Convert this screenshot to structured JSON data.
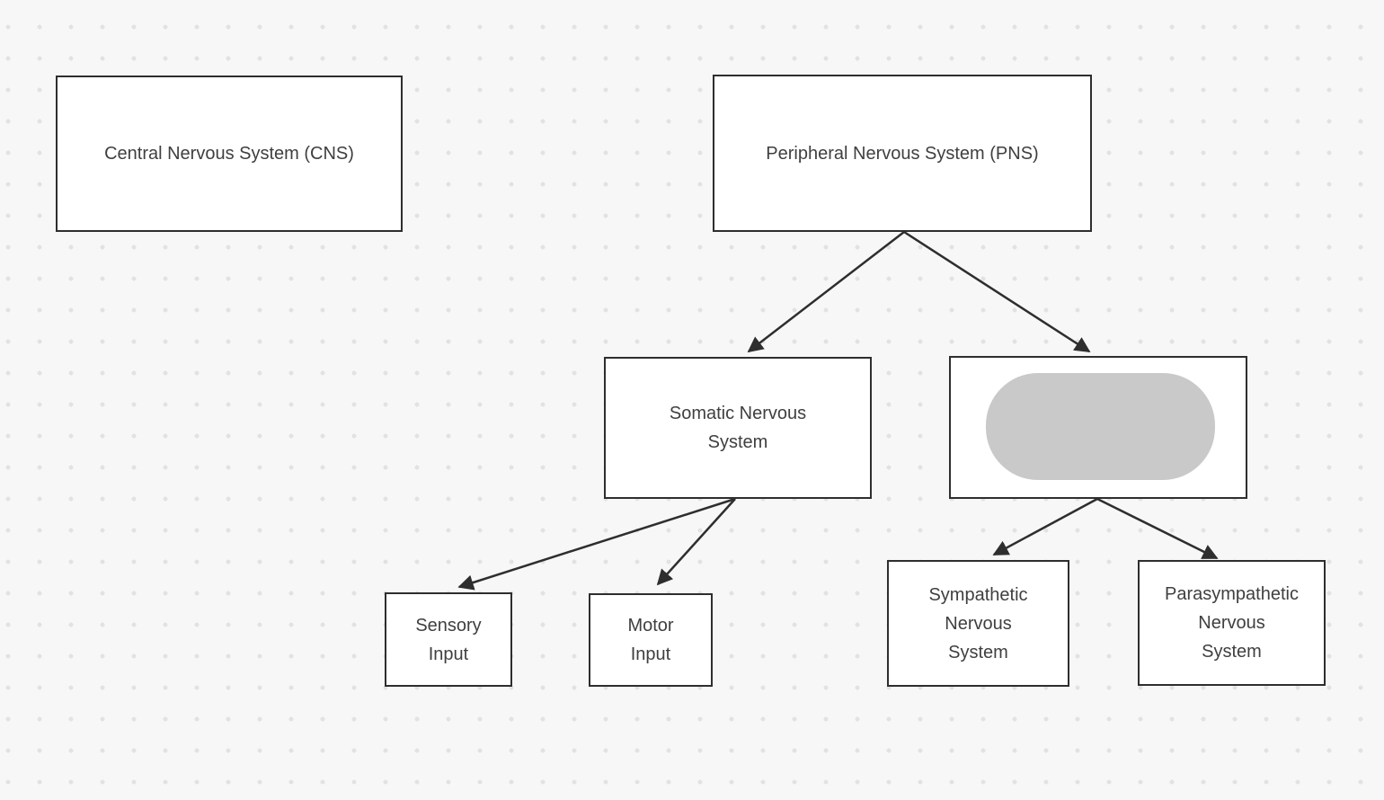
{
  "canvas": {
    "background_color": "#f7f7f8",
    "dot_grid_color": "#e2e2e5"
  },
  "colors": {
    "node_border": "#2e2e2e",
    "node_fill": "#ffffff",
    "edge": "#2e2e2e",
    "label_text": "#3f3f3f",
    "redaction_fill": "#c9c9c9"
  },
  "diagram": {
    "type": "flowchart",
    "nodes": [
      {
        "id": "cns",
        "label": "Central Nervous System (CNS)"
      },
      {
        "id": "pns",
        "label": "Peripheral Nervous System (PNS)"
      },
      {
        "id": "somatic",
        "label": "Somatic Nervous\nSystem"
      },
      {
        "id": "autonomic",
        "label": "",
        "redacted": true
      },
      {
        "id": "sensory",
        "label": "Sensory\nInput"
      },
      {
        "id": "motor",
        "label": "Motor\nInput"
      },
      {
        "id": "sympathetic",
        "label": "Sympathetic\nNervous\nSystem"
      },
      {
        "id": "parasympathetic",
        "label": "Parasympathetic\nNervous\nSystem"
      }
    ],
    "edges": [
      {
        "from": "pns",
        "to": "somatic"
      },
      {
        "from": "pns",
        "to": "autonomic"
      },
      {
        "from": "somatic",
        "to": "sensory"
      },
      {
        "from": "somatic",
        "to": "motor"
      },
      {
        "from": "autonomic",
        "to": "sympathetic"
      },
      {
        "from": "autonomic",
        "to": "parasympathetic"
      }
    ]
  }
}
